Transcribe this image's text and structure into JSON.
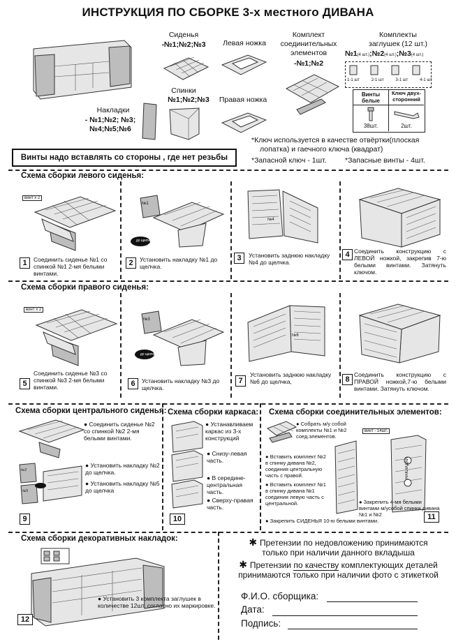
{
  "title": "ИНСТРУКЦИЯ ПО СБОРКЕ 3-х местного ДИВАНА",
  "parts": {
    "seats_title": "Сиденья",
    "seats_nums": "-№1;№2;№3",
    "backs_title": "Спинки",
    "backs_nums": "№1;№2;№3",
    "covers_title": "Накладки",
    "covers_nums_1": "- №1;№2; №3;",
    "covers_nums_2": "№4;№5;№6",
    "left_leg": "Левая ножка",
    "right_leg": "Правая ножка",
    "connector_title_1": "Комплект",
    "connector_title_2": "соединительных",
    "connector_title_3": "элементов",
    "connector_nums": "-№1;№2",
    "plugs_title_1": "Комплекты",
    "plugs_title_2": "заглушек (12 шт.)",
    "plugs_n1": "№1",
    "plugs_n1_qty": "(4 шт.)",
    "plugs_n2": "№2",
    "plugs_n2_qty": "(4 шт.)",
    "plugs_n3": "№3",
    "plugs_n3_qty": "(4 шт.)",
    "plug_labels": [
      "1-1 шт",
      "2-1 шт",
      "3-1 шт",
      "4-1 шт"
    ],
    "screws_header": "Винты белые",
    "key_header": "Ключ двух-сторонний",
    "screws_qty": "38шт.",
    "key_qty": "2шт."
  },
  "notes": {
    "key_note_1": "*Ключ используется в качестве отвёртки(плоская",
    "key_note_2": "лопатка) и гаечного ключа (квадрат)",
    "spare_key": "*Запасной ключ - 1шт.",
    "spare_screws": "*Запасные винты - 4шт.",
    "warning": "Винты надо вставлять со стороны , где нет резьбы"
  },
  "sections": {
    "left_seat": "Схема сборки левого сиденья:",
    "right_seat": "Схема сборки правого сиденья:",
    "center_seat": "Схема сборки центрального сиденья:",
    "frame": "Схема сборки каркаса:",
    "connectors": "Схема сборки соединительных элементов:",
    "decor": "Схема сборки декоративных накладок:"
  },
  "steps": {
    "s1_num": "1",
    "s1": "Соединить сиденье №1 со спинкой №1 2-мя белыми винтами.",
    "s2_num": "2",
    "s2": "Установить накладку №1 до щелчка.",
    "s3_num": "3",
    "s3": "Установить заднюю накладку №4 до щелчка.",
    "s4_num": "4",
    "s4": "Соединить конструкцию с ЛЕВОЙ ножкой, закрепив 7-ю белыми винтами. Затянуть ключом.",
    "s5_num": "5",
    "s5": "Соединить сиденье №3 со спинкой №3 2-мя белыми винтами.",
    "s6_num": "6",
    "s6": "Установить накладку №3 до щелчка.",
    "s7_num": "7",
    "s7": "Установить заднюю накладку №6 до щелчка,",
    "s8_num": "8",
    "s8": "Соединить конструкцию с ПРАВОЙ ножкой,7-ю белыми винтами. Затянуть ключом.",
    "s9_num": "9",
    "s9_a": "Соединить сиденье №2 со спинкой №2 2-мя белыми винтами.",
    "s9_b": "Установить накладку №2 до щелчка.",
    "s9_c": "Установить накладку №5 до щелчка",
    "s10_num": "10",
    "s10_a": "Устанавливаем каркас из 3-х конструкций",
    "s10_b": "Снизу-левая часть.",
    "s10_c": "В середине-центральная часть.",
    "s10_d": "Сверху-правая часть.",
    "s11_num": "11",
    "s11_a": "Собрать м/у собой комплекты №1 и №2 соед.элементов.",
    "s11_screws": "винт - 14шт.",
    "s11_side": "НАКЛАДКИ",
    "s11_b": "Вставить комплект №2 в спинку дивана №2, соединия центральную часть с правой.",
    "s11_c": "Вставить комплект №1 в спинку дивана №1 соединия левую часть с центральной.",
    "s11_d": "Закрепить 4-мя белыми винтами м/усобой спинки дивана №1 и №2",
    "s11_e": "Закрепить СИДЕНЬЯ 10-ю белыми винтами.",
    "s12_num": "12",
    "s12": "Установить 3 комплекта заглушек в количестве 12шт. согласно их маркировке."
  },
  "diagram_labels": {
    "screw_x2": "винт х 2",
    "click": "до щелчка",
    "n1": "№1",
    "n3": "№3",
    "n4": "№4",
    "n6": "№6",
    "n2": "№2",
    "n5": "№5"
  },
  "claims": {
    "c1_a": "Претензии по недовложению принимаются",
    "c1_b": "только при наличии данного вкладыша",
    "c2_a": "Претензии",
    "c2_u": "по качеству",
    "c2_b": "комплектующих деталей",
    "c2_c": "принимаются только при наличии фото с этикеткой"
  },
  "signature": {
    "assembler": "Ф.И.О. сборщика:",
    "date": "Дата:",
    "sign": "Подпись:"
  }
}
